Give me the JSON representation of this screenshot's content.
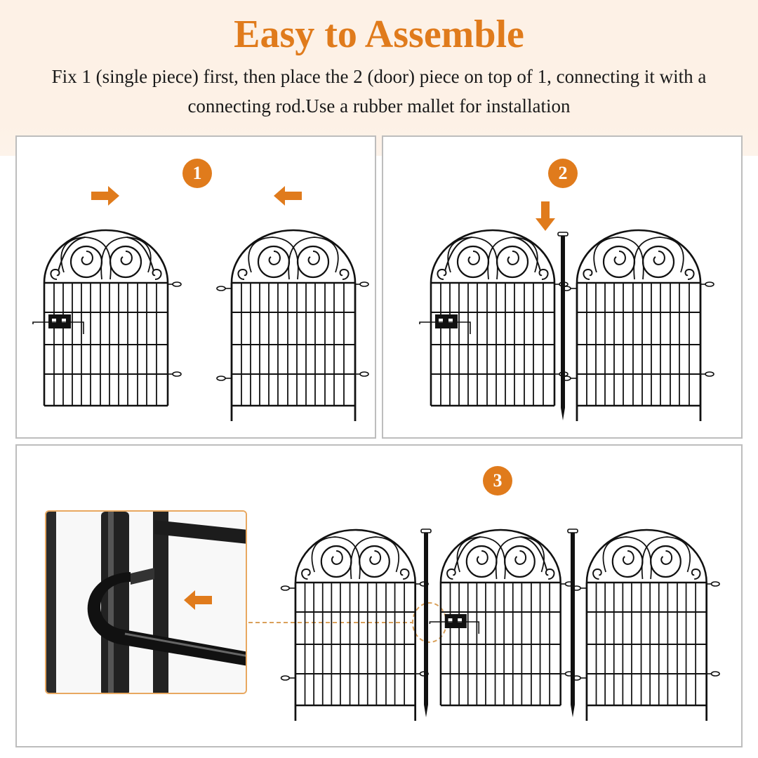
{
  "header": {
    "title": "Easy to Assemble",
    "subtitle": "Fix 1 (single piece) first, then place the 2 (door) piece on top of 1, connecting it with a connecting rod.Use a rubber mallet for installation"
  },
  "colors": {
    "accent": "#e07b1c",
    "header_background": "#fdf1e6",
    "panel_border": "#bdbdbd",
    "ink": "#111111",
    "inset_border": "#e8a860"
  },
  "steps": [
    {
      "number": "1",
      "description": "Two fence panels (door piece and single piece) pushed toward each other",
      "arrows": [
        "arrow-right",
        "arrow-left"
      ]
    },
    {
      "number": "2",
      "description": "Connecting rod inserted downward between the two panels",
      "arrows": [
        "arrow-down"
      ]
    },
    {
      "number": "3",
      "description": "Three connected panels with close-up of the door latch hook wrapping the rod",
      "arrows": [
        "arrow-left"
      ]
    }
  ]
}
